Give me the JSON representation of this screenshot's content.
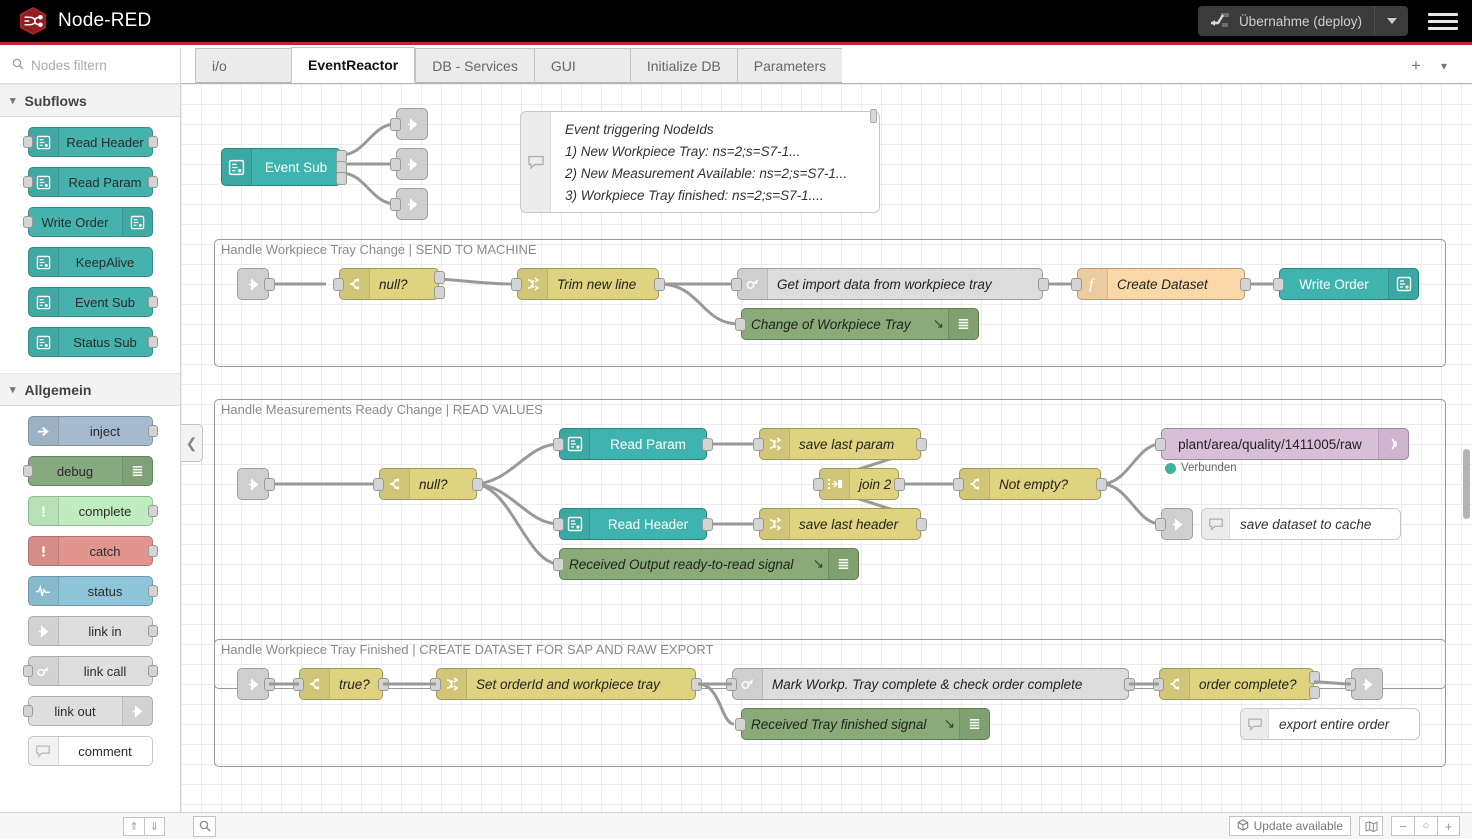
{
  "header": {
    "brand": "Node-RED",
    "logo_icon": "node-red-hexagon-icon",
    "deploy_label": "Übernahme (deploy)",
    "deploy_icon": "deploy-icon",
    "deploy_caret_icon": "chevron-down-icon",
    "menu_icon": "hamburger-menu-icon"
  },
  "palette": {
    "search_placeholder": "Nodes filtern",
    "search_value": "",
    "search_icon": "search-icon",
    "categories": [
      {
        "name": "Subflows",
        "chevron_icon": "chevron-down-icon",
        "items": [
          {
            "label": "Read Header",
            "icon": "subflow-icon",
            "type": "subflow",
            "icon_side": "left",
            "in": true,
            "out": true
          },
          {
            "label": "Read Param",
            "icon": "subflow-icon",
            "type": "subflow",
            "icon_side": "left",
            "in": true,
            "out": true
          },
          {
            "label": "Write Order",
            "icon": "subflow-icon",
            "type": "subflow",
            "icon_side": "right",
            "in": true,
            "out": false
          },
          {
            "label": "KeepAlive",
            "icon": "subflow-icon",
            "type": "subflow",
            "icon_side": "left",
            "in": false,
            "out": false
          },
          {
            "label": "Event Sub",
            "icon": "subflow-icon",
            "type": "subflow",
            "icon_side": "left",
            "in": false,
            "out": true
          },
          {
            "label": "Status Sub",
            "icon": "subflow-icon",
            "type": "subflow",
            "icon_side": "left",
            "in": false,
            "out": true
          }
        ]
      },
      {
        "name": "Allgemein",
        "chevron_icon": "chevron-down-icon",
        "items": [
          {
            "label": "inject",
            "icon": "inject-arrow-icon",
            "type": "inject",
            "icon_side": "left",
            "in": false,
            "out": true
          },
          {
            "label": "debug",
            "icon": "debug-lines-icon",
            "type": "debug",
            "icon_side": "right",
            "in": true,
            "out": false
          },
          {
            "label": "complete",
            "icon": "exclamation-icon",
            "type": "complete",
            "icon_side": "left",
            "in": false,
            "out": true
          },
          {
            "label": "catch",
            "icon": "exclamation-icon",
            "type": "catch",
            "icon_side": "left",
            "in": false,
            "out": true
          },
          {
            "label": "status",
            "icon": "pulse-icon",
            "type": "status",
            "icon_side": "left",
            "in": false,
            "out": true
          },
          {
            "label": "link in",
            "icon": "link-icon",
            "type": "link",
            "icon_side": "left",
            "in": false,
            "out": true
          },
          {
            "label": "link call",
            "icon": "link-call-icon",
            "type": "link",
            "icon_side": "left",
            "in": true,
            "out": true
          },
          {
            "label": "link out",
            "icon": "link-icon",
            "type": "link",
            "icon_side": "right",
            "in": true,
            "out": false
          },
          {
            "label": "comment",
            "icon": "comment-bubble-icon",
            "type": "comment",
            "icon_side": "left",
            "in": false,
            "out": false
          }
        ]
      }
    ],
    "collapse_icon": "chevron-left-icon"
  },
  "tabs": {
    "items": [
      {
        "label": "i/o",
        "active": false
      },
      {
        "label": "EventReactor",
        "active": true
      },
      {
        "label": "DB - Services",
        "active": false
      },
      {
        "label": "GUI",
        "active": false
      },
      {
        "label": "Initialize DB",
        "active": false
      },
      {
        "label": "Parameters",
        "active": false
      }
    ],
    "add_icon": "plus-icon",
    "more_icon": "chevron-down-icon"
  },
  "canvas": {
    "event_sub_node": {
      "label": "Event Sub",
      "icon": "subflow-icon"
    },
    "event_outputs": [
      {
        "icon": "link-out-icon"
      },
      {
        "icon": "link-out-icon"
      },
      {
        "icon": "link-out-icon"
      }
    ],
    "comment_note": {
      "icon": "comment-bubble-icon",
      "lines": [
        "Event triggering NodeIds",
        "1) New Workpiece Tray: ns=2;s=S7-1...",
        "2) New Measurement Available: ns=2;s=S7-1...",
        "3) Workpiece Tray finished: ns=2;s=S7-1...."
      ]
    },
    "groups": [
      {
        "title": "Handle Workpiece Tray Change | SEND TO MACHINE",
        "nodes": [
          {
            "label": "",
            "icon": "link-in-icon",
            "color": "grey"
          },
          {
            "label": "null?",
            "icon": "switch-icon",
            "color": "yellow"
          },
          {
            "label": "Trim new line",
            "icon": "change-icon",
            "color": "yellow"
          },
          {
            "label": "Get import data from workpiece tray",
            "icon": "link-call-icon",
            "color": "grey"
          },
          {
            "label": "Change of Workpiece Tray",
            "icon": "debug-lines-icon",
            "color": "green"
          },
          {
            "label": "Create Dataset",
            "icon": "function-icon",
            "color": "orange"
          },
          {
            "label": "Write Order",
            "icon": "subflow-icon",
            "color": "teal"
          }
        ]
      },
      {
        "title": "Handle Measurements Ready Change | READ VALUES",
        "nodes": [
          {
            "label": "",
            "icon": "link-in-icon",
            "color": "grey"
          },
          {
            "label": "null?",
            "icon": "switch-icon",
            "color": "yellow"
          },
          {
            "label": "Read Param",
            "icon": "subflow-icon",
            "color": "teal"
          },
          {
            "label": "Read Header",
            "icon": "subflow-icon",
            "color": "teal"
          },
          {
            "label": "Received Output ready-to-read signal",
            "icon": "debug-lines-icon",
            "color": "green"
          },
          {
            "label": "save last param",
            "icon": "change-icon",
            "color": "yellow"
          },
          {
            "label": "save last header",
            "icon": "change-icon",
            "color": "yellow"
          },
          {
            "label": "join 2",
            "icon": "join-icon",
            "color": "yellow"
          },
          {
            "label": "Not empty?",
            "icon": "switch-icon",
            "color": "yellow"
          },
          {
            "label": "plant/area/quality/1411005/raw",
            "icon": "mqtt-icon",
            "color": "purple",
            "status": "Verbunden"
          },
          {
            "label": "save dataset to cache",
            "icon": "comment-bubble-icon",
            "color": "white"
          },
          {
            "label": "",
            "icon": "link-out-icon",
            "color": "grey"
          }
        ]
      },
      {
        "title": "Handle Workpiece Tray Finished | CREATE DATASET FOR SAP AND RAW EXPORT",
        "nodes": [
          {
            "label": "",
            "icon": "link-in-icon",
            "color": "grey"
          },
          {
            "label": "true?",
            "icon": "switch-icon",
            "color": "yellow"
          },
          {
            "label": "Set orderId and workpiece tray",
            "icon": "change-icon",
            "color": "yellow"
          },
          {
            "label": "Mark Workp. Tray complete & check order complete",
            "icon": "link-call-icon",
            "color": "grey"
          },
          {
            "label": "Received Tray finished signal",
            "icon": "debug-lines-icon",
            "color": "green"
          },
          {
            "label": "order complete?",
            "icon": "switch-icon",
            "color": "yellow"
          },
          {
            "label": "",
            "icon": "link-out-icon",
            "color": "grey"
          },
          {
            "label": "export entire order",
            "icon": "comment-bubble-icon",
            "color": "white"
          }
        ]
      }
    ]
  },
  "footer": {
    "collapse_all_icon": "chevrons-up-icon",
    "expand_all_icon": "chevrons-down-icon",
    "search_icon": "search-icon",
    "update_label": "Update available",
    "update_icon": "cube-icon",
    "navigator_icon": "map-icon",
    "zoom_out_icon": "minus-icon",
    "zoom_reset_icon": "circle-icon",
    "zoom_in_icon": "plus-icon"
  },
  "colors": {
    "brand_red": "#c0272d",
    "subflow_teal": "#3fb3ad",
    "node_yellow": "#dfd37f",
    "node_green": "#8aab78",
    "node_orange": "#fbd8a8",
    "node_purple": "#d8bfd8",
    "node_grey": "#dcdcdc",
    "status_connected": "#3fb39a"
  }
}
